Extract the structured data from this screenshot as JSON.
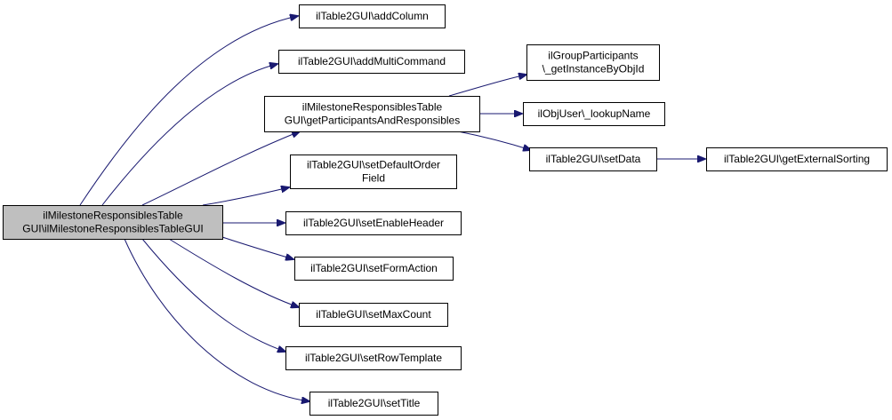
{
  "graph": {
    "colors": {
      "edge": "#191970",
      "node_border": "#000000",
      "node_fill": "#ffffff",
      "root_fill": "#bfbfbf"
    },
    "nodes": [
      {
        "id": "root",
        "lines": [
          "ilMilestoneResponsiblesTable",
          "GUI\\ilMilestoneResponsiblesTableGUI"
        ],
        "root": true
      },
      {
        "id": "addColumn",
        "lines": [
          "ilTable2GUI\\addColumn"
        ]
      },
      {
        "id": "addMultiCommand",
        "lines": [
          "ilTable2GUI\\addMultiCommand"
        ]
      },
      {
        "id": "getPR",
        "lines": [
          "ilMilestoneResponsiblesTable",
          "GUI\\getParticipantsAndResponsibles"
        ]
      },
      {
        "id": "setDefaultOrderField",
        "lines": [
          "ilTable2GUI\\setDefaultOrder",
          "Field"
        ]
      },
      {
        "id": "setEnableHeader",
        "lines": [
          "ilTable2GUI\\setEnableHeader"
        ]
      },
      {
        "id": "setFormAction",
        "lines": [
          "ilTable2GUI\\setFormAction"
        ]
      },
      {
        "id": "setMaxCount",
        "lines": [
          "ilTableGUI\\setMaxCount"
        ]
      },
      {
        "id": "setRowTemplate",
        "lines": [
          "ilTable2GUI\\setRowTemplate"
        ]
      },
      {
        "id": "setTitle",
        "lines": [
          "ilTable2GUI\\setTitle"
        ]
      },
      {
        "id": "groupParticipants",
        "lines": [
          "ilGroupParticipants",
          "\\_getInstanceByObjId"
        ]
      },
      {
        "id": "lookupName",
        "lines": [
          "ilObjUser\\_lookupName"
        ]
      },
      {
        "id": "setData",
        "lines": [
          "ilTable2GUI\\setData"
        ]
      },
      {
        "id": "getExternalSorting",
        "lines": [
          "ilTable2GUI\\getExternalSorting"
        ]
      }
    ],
    "edges": [
      {
        "from": "root",
        "to": "addColumn"
      },
      {
        "from": "root",
        "to": "addMultiCommand"
      },
      {
        "from": "root",
        "to": "getPR"
      },
      {
        "from": "root",
        "to": "setDefaultOrderField"
      },
      {
        "from": "root",
        "to": "setEnableHeader"
      },
      {
        "from": "root",
        "to": "setFormAction"
      },
      {
        "from": "root",
        "to": "setMaxCount"
      },
      {
        "from": "root",
        "to": "setRowTemplate"
      },
      {
        "from": "root",
        "to": "setTitle"
      },
      {
        "from": "getPR",
        "to": "groupParticipants"
      },
      {
        "from": "getPR",
        "to": "lookupName"
      },
      {
        "from": "getPR",
        "to": "setData"
      },
      {
        "from": "setData",
        "to": "getExternalSorting"
      }
    ]
  }
}
